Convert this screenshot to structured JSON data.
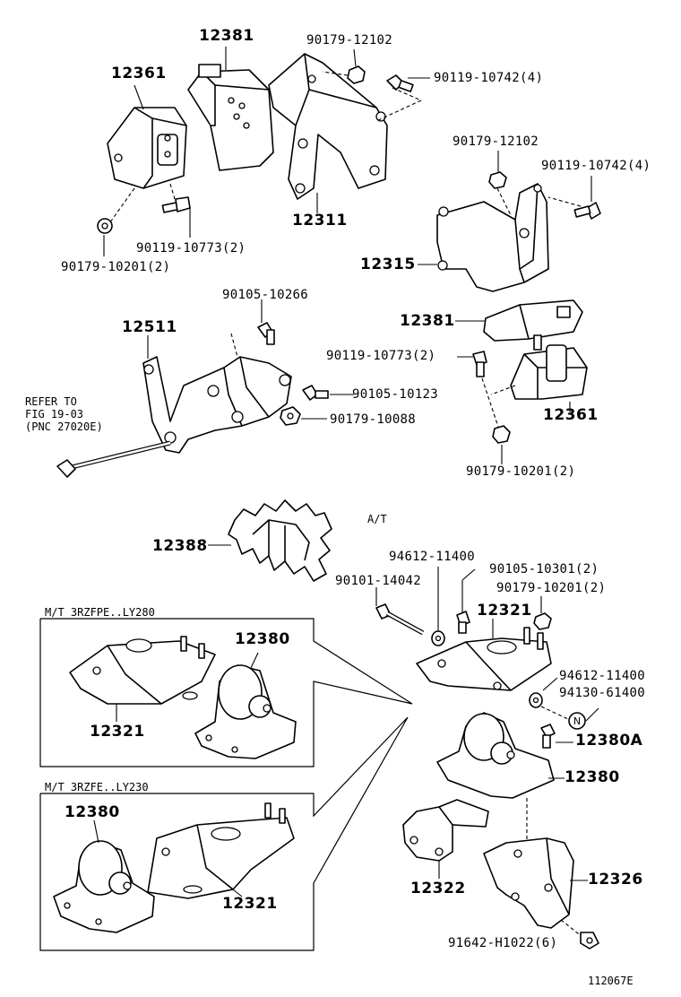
{
  "labels": {
    "p12381_top": "12381",
    "b90179_12102_top": "90179-12102",
    "p12361_top": "12361",
    "b90119_10742_top": "90119-10742(4)",
    "p12311": "12311",
    "b90119_10773_left": "90119-10773(2)",
    "b90179_10201_left": "90179-10201(2)",
    "b90179_12102_right": "90179-12102",
    "b90119_10742_right": "90119-10742(4)",
    "p12315": "12315",
    "b90105_10266": "90105-10266",
    "p12511": "12511",
    "p12381_right": "12381",
    "b90119_10773_right": "90119-10773(2)",
    "b90105_10123": "90105-10123",
    "b90179_10088": "90179-10088",
    "p12361_right": "12361",
    "refer_1": "REFER TO",
    "refer_2": "FIG 19-03",
    "refer_3": "(PNC 27020E)",
    "b90179_10201_right": "90179-10201(2)",
    "at": "A/T",
    "p12388": "12388",
    "b94612_11400_top": "94612-11400",
    "b90105_10301": "90105-10301(2)",
    "b90101_14042": "90101-14042",
    "b90179_10201_bottom": "90179-10201(2)",
    "mt1": "M/T  3RZFPE..LY280",
    "p12380_box1": "12380",
    "p12321_at": "12321",
    "b94612_11400_right": "94612-11400",
    "b94130_61400": "94130-61400",
    "p12321_box1": "12321",
    "p12380A": "12380A",
    "p12380_at": "12380",
    "mt2": "M/T  3RZFE..LY230",
    "p12380_box2": "12380",
    "p12321_box2": "12321",
    "p12322": "12322",
    "p12326": "12326",
    "b91642": "91642-H1022(6)",
    "fig_code": "112067E"
  }
}
